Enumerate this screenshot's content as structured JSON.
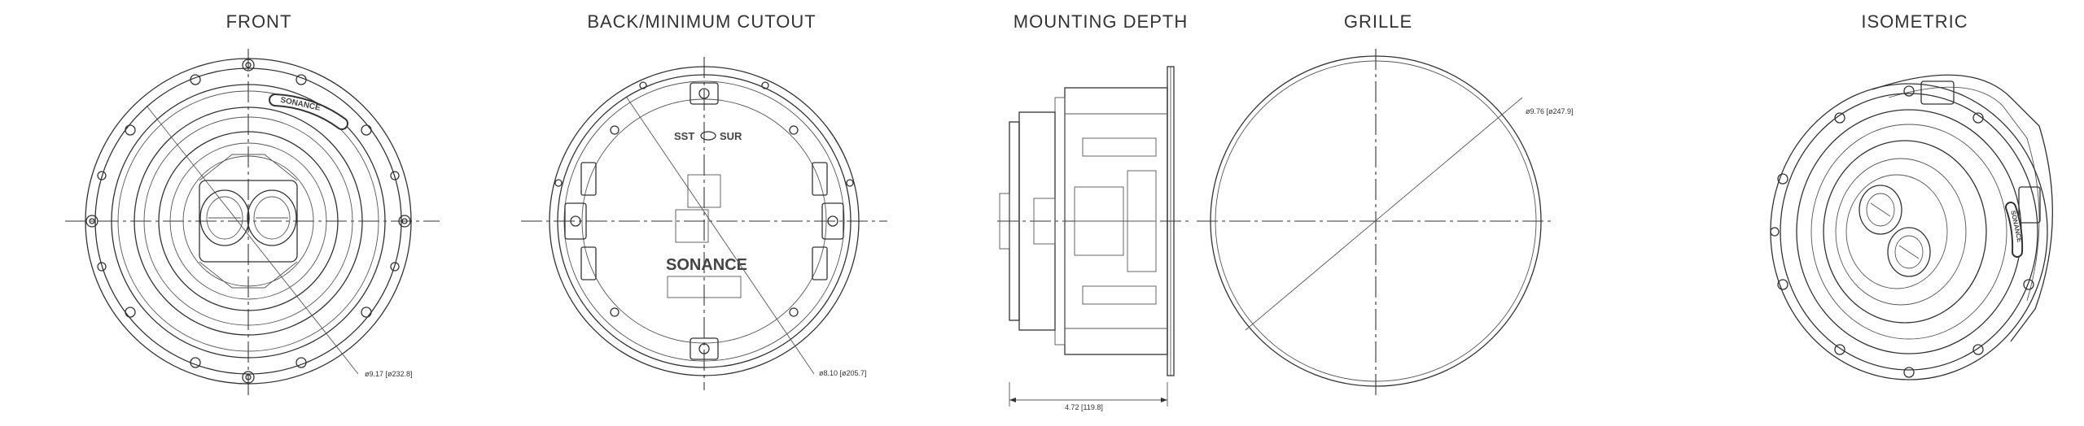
{
  "views": {
    "front": {
      "title": "FRONT",
      "dimension": "ø9.17 [ø232.8]",
      "badge": "SONANCE"
    },
    "back": {
      "title": "BACK/MINIMUM CUTOUT",
      "dimension": "ø8.10 [ø205.7]",
      "switch_left": "SST",
      "switch_right": "SUR",
      "logo": "SONANCE"
    },
    "mounting": {
      "title": "MOUNTING DEPTH",
      "dimension": "4.72 [119.8]"
    },
    "grille": {
      "title": "GRILLE",
      "dimension": "ø9.76 [ø247.9]"
    },
    "isometric": {
      "title": "ISOMETRIC",
      "badge": "SONANCE"
    }
  }
}
